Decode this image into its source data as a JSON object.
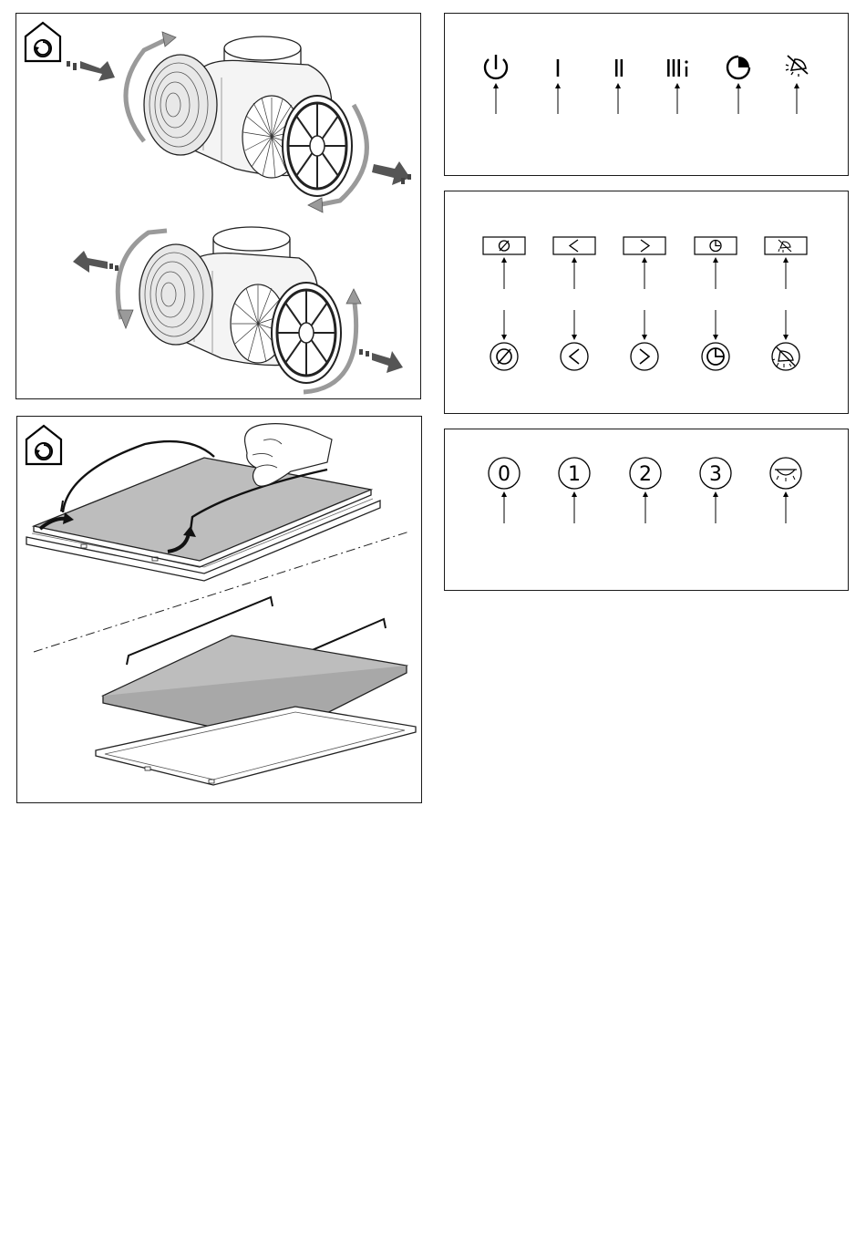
{
  "icons": {
    "recirculation": "house-recirculation-icon",
    "power": "power-icon",
    "timer": "timer-icon",
    "light": "light-icon",
    "prev": "chevron-left-icon",
    "next": "chevron-right-icon"
  },
  "panel_a": {
    "speed_labels": [
      "I",
      "II",
      "III"
    ]
  },
  "panel_c": {
    "labels": [
      "0",
      "1",
      "2",
      "3"
    ]
  },
  "colors": {
    "line": "#1a1a1a",
    "filter_gray": "#bdbdbd",
    "arrow_gray": "#9a9a9a"
  }
}
